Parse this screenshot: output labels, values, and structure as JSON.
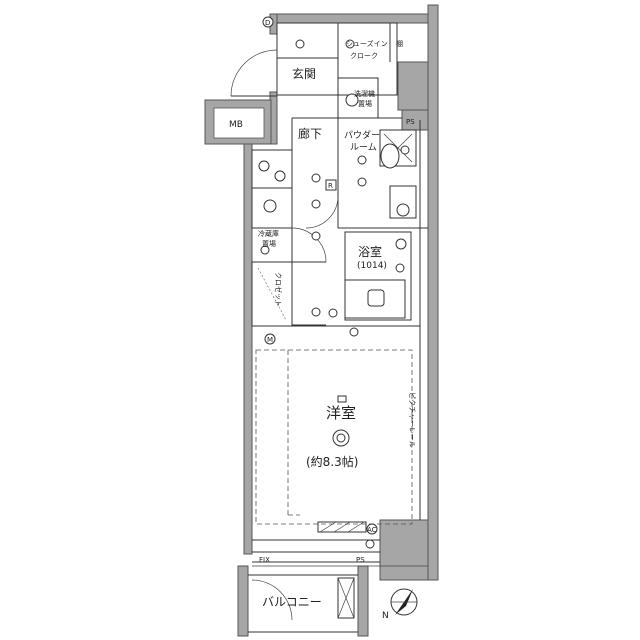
{
  "rooms": {
    "entrance": "玄関",
    "corridor": "廊下",
    "powder_room": "パウダー\nルーム",
    "bath": "浴室",
    "bath_size": "(1014)",
    "western_room": "洋室",
    "western_room_size": "(約8.3帖)",
    "balcony": "バルコニー",
    "closet": "クロゼット",
    "shoe_closet": "シューズイン\nクローク",
    "shelf": "棚",
    "washer_space": "洗濯機\n置場",
    "fridge_space": "冷蔵庫\n置場",
    "picture_rail": "ピクチャーレール"
  },
  "marks": {
    "mb": "MB",
    "ps_upper": "PS",
    "ps_lower": "PS",
    "fix": "FIX",
    "d": "D",
    "r": "R",
    "m": "M",
    "ac": "AC",
    "north": "N"
  },
  "icons": {
    "compass": "north-arrow-icon",
    "light": "ceiling-light-icon"
  }
}
